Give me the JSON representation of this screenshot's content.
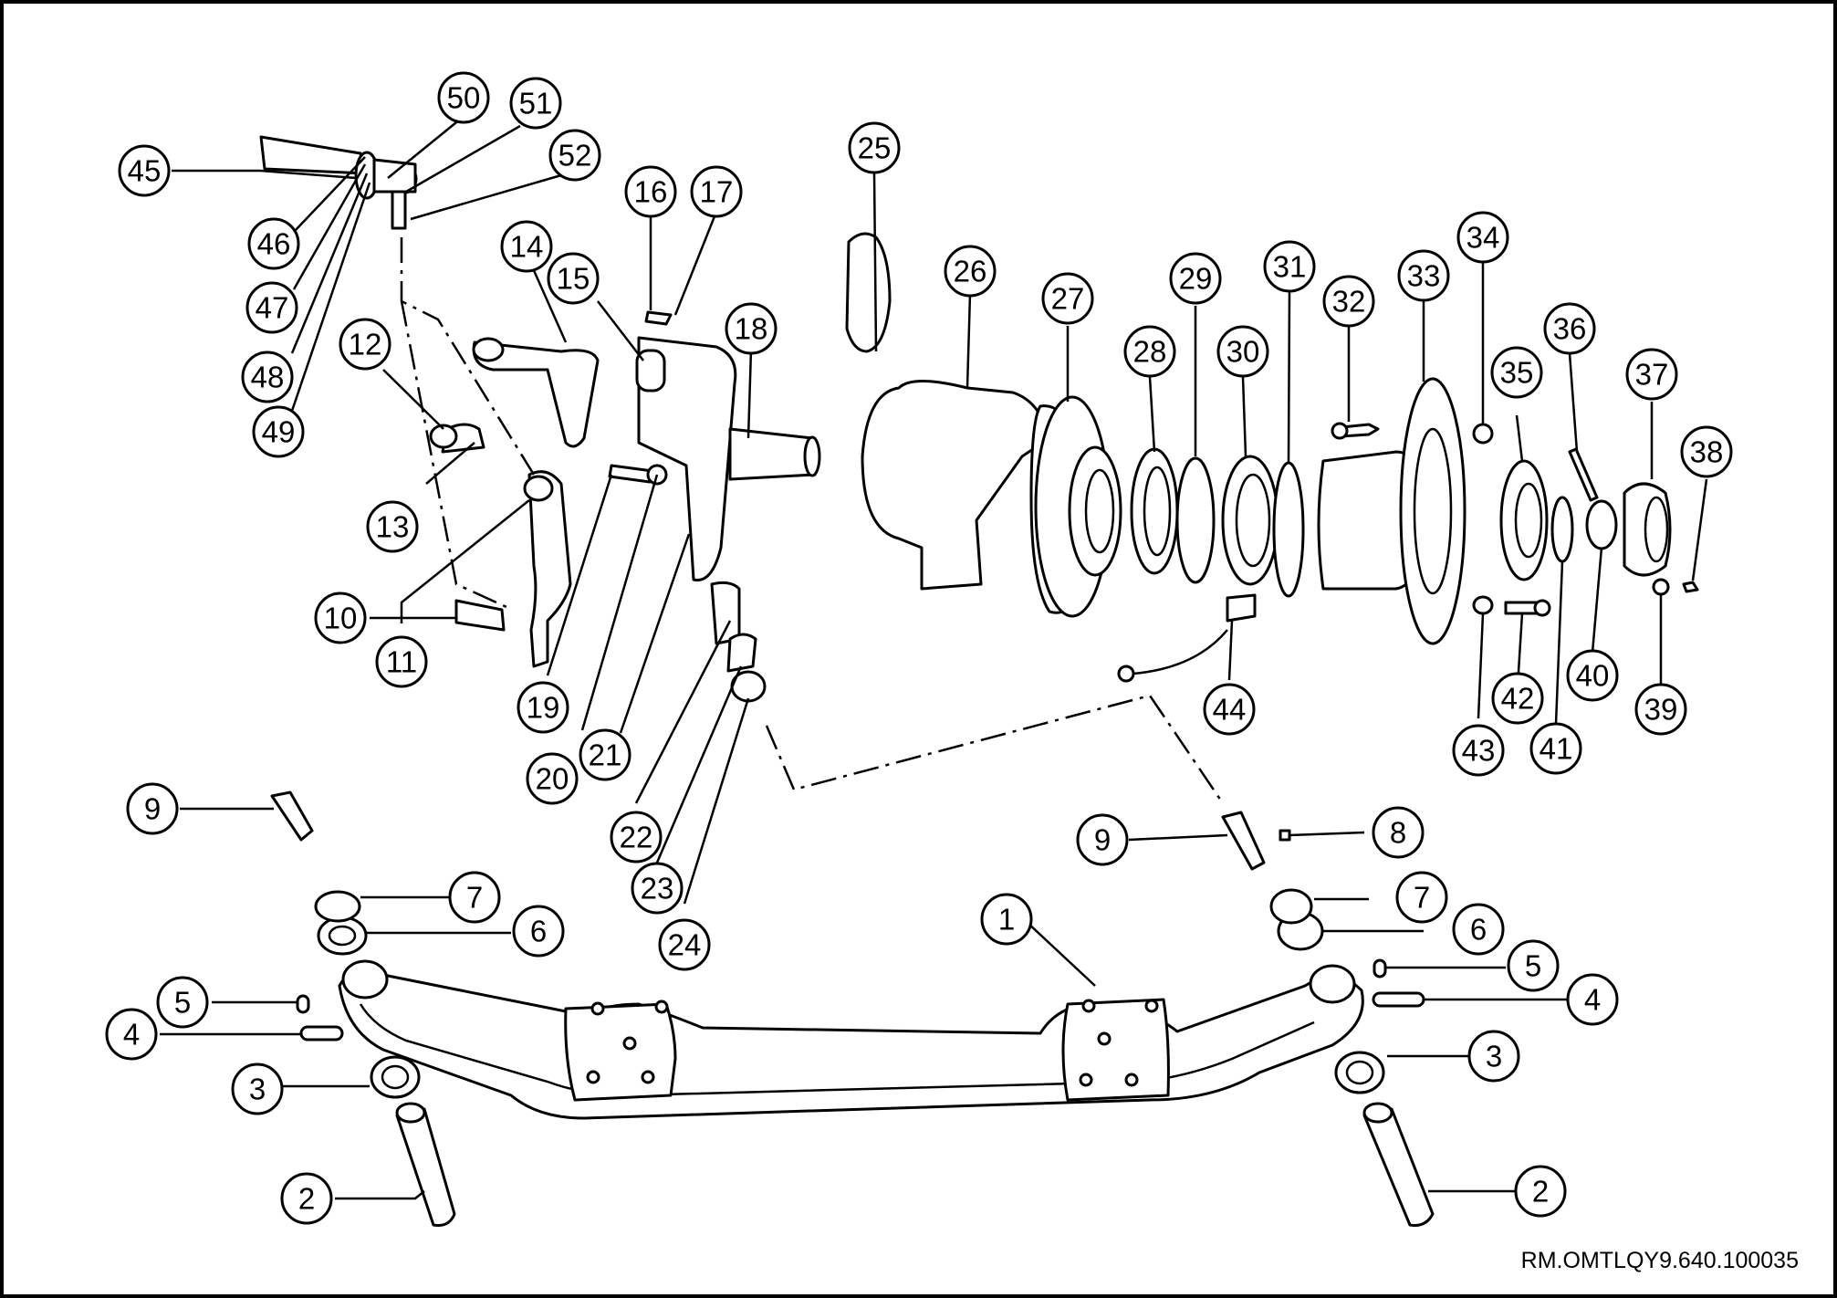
{
  "reference_code": "RM.OMTLQY9.640.100035",
  "callouts": [
    "1",
    "2",
    "2",
    "3",
    "3",
    "4",
    "4",
    "5",
    "5",
    "6",
    "6",
    "7",
    "7",
    "8",
    "9",
    "9",
    "10",
    "11",
    "12",
    "13",
    "14",
    "15",
    "16",
    "17",
    "18",
    "19",
    "20",
    "21",
    "22",
    "23",
    "24",
    "25",
    "26",
    "27",
    "28",
    "29",
    "30",
    "31",
    "32",
    "33",
    "34",
    "35",
    "36",
    "37",
    "38",
    "39",
    "40",
    "41",
    "42",
    "43",
    "44",
    "45",
    "46",
    "47",
    "48",
    "49",
    "50",
    "51",
    "52"
  ]
}
